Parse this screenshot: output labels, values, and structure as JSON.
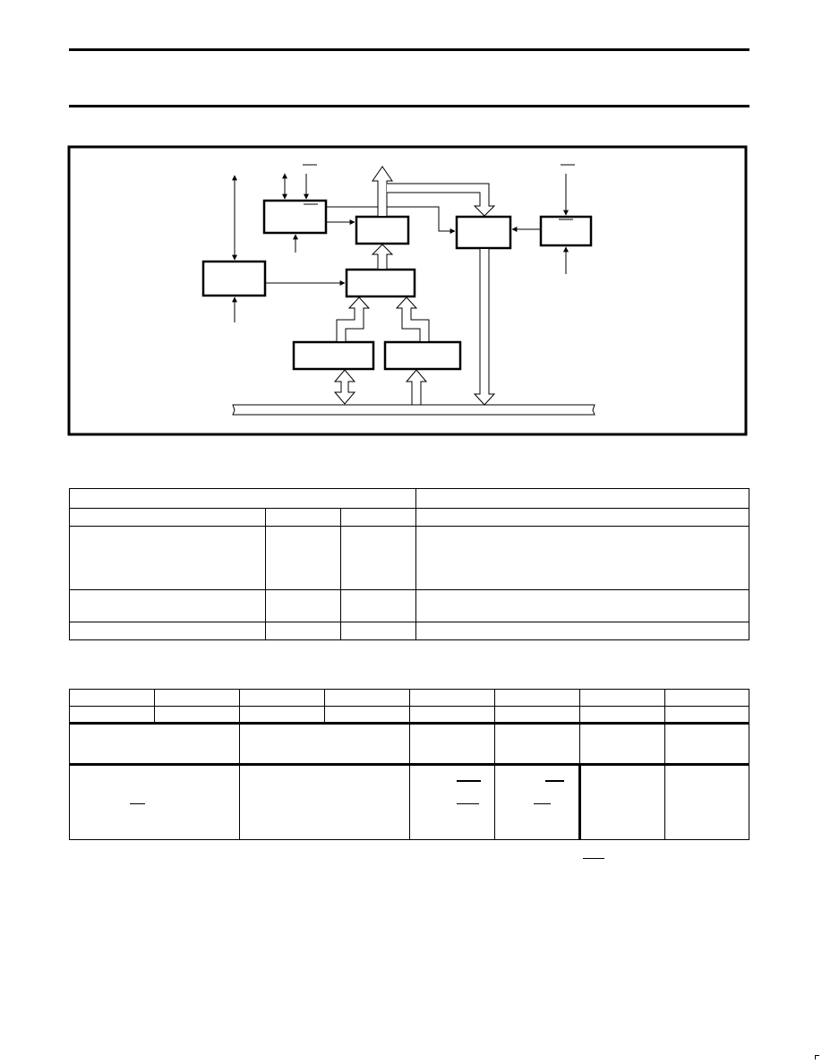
{
  "page": {
    "header_rules": 2,
    "diagram": {
      "blocks": 8,
      "bus_lines": 1
    },
    "table_1": {
      "columns": 4,
      "rows": 5
    },
    "table_2": {
      "columns": 8,
      "rows": 4
    }
  }
}
